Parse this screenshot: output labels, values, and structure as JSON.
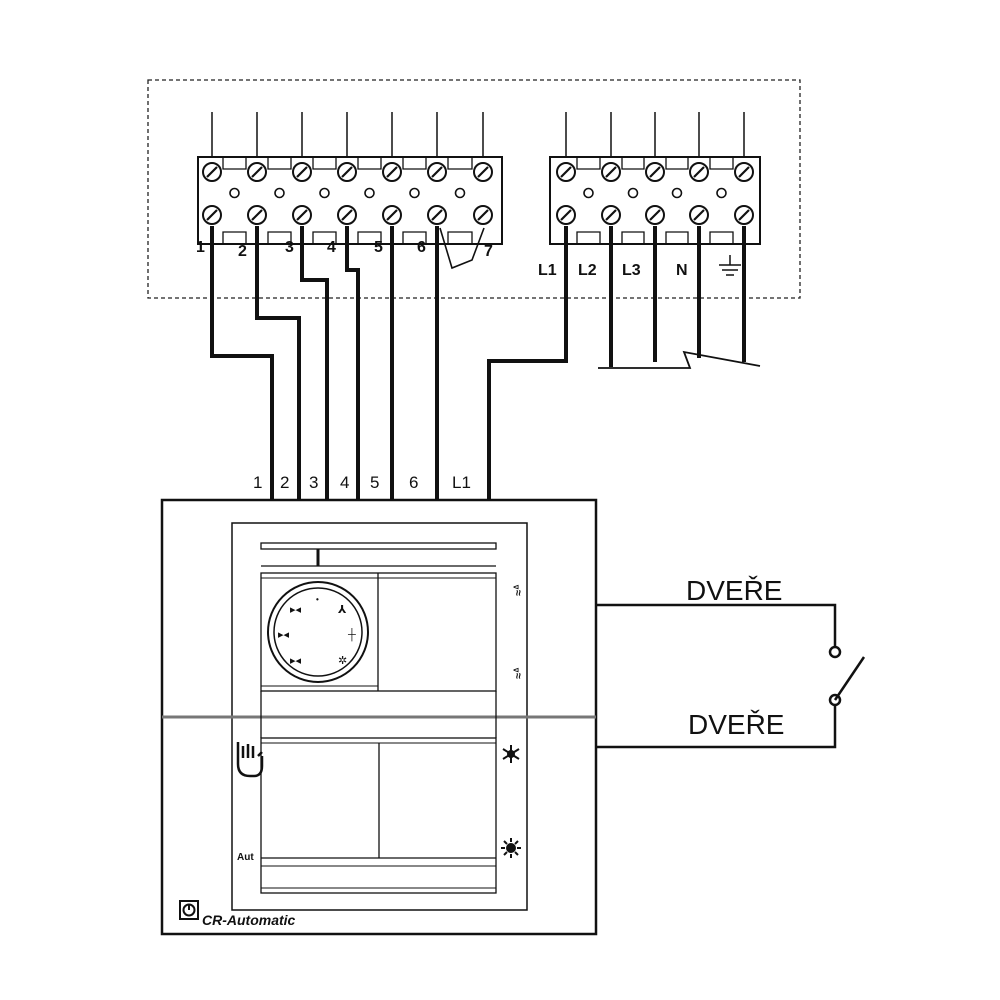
{
  "terminal_block_left": {
    "labels": [
      "1",
      "2",
      "3",
      "4",
      "5",
      "6",
      "7"
    ]
  },
  "terminal_block_right": {
    "labels": [
      "L1",
      "L2",
      "L3",
      "N"
    ],
    "ground_icon": "ground-icon"
  },
  "cable_labels": [
    "1",
    "2",
    "3",
    "4",
    "5",
    "6",
    "L1"
  ],
  "door_switch": {
    "top_label": "DVEŘE",
    "bottom_label": "DVEŘE"
  },
  "controller": {
    "brand": "CR-Automatic",
    "auto_label": "Aut",
    "icons": [
      "hand-icon",
      "fan-icon",
      "sun-icon",
      "clock-dial-icon"
    ]
  }
}
